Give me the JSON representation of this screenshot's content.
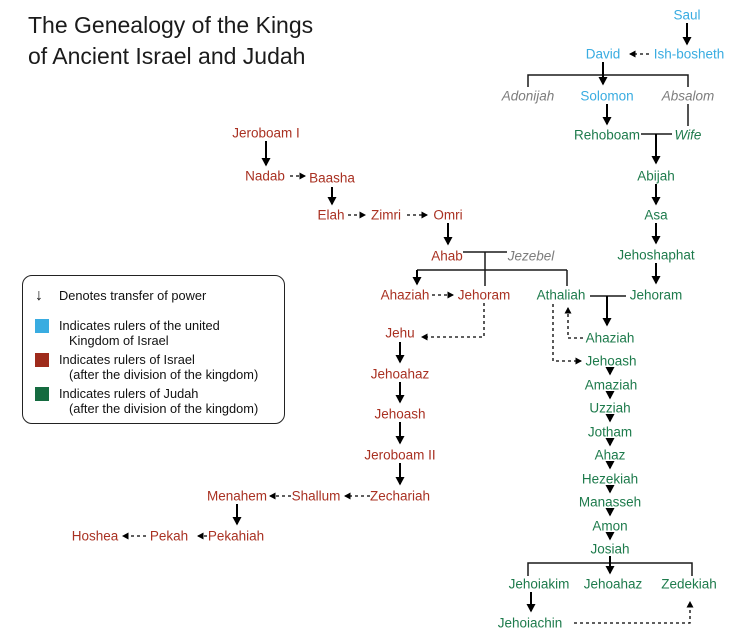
{
  "title": "The Genealogy of the Kings\nof Ancient Israel and Judah",
  "colors": {
    "united": "#39ACE1",
    "israel": "#A93122",
    "israel-swatch": "#9E2B1B",
    "judah": "#1E7B4C",
    "judah-swatch": "#156B40",
    "relative": "#7D7D7D"
  },
  "icons": {
    "transfer_arrow": "↓"
  },
  "legend": {
    "transfer_label": "Denotes transfer of power",
    "united_line1": "Indicates rulers of the united",
    "united_line2": "Kingdom of Israel",
    "israel_line1": "Indicates rulers of Israel",
    "israel_line2": "(after the division of the kingdom)",
    "judah_line1": "Indicates rulers of Judah",
    "judah_line2": "(after the division of the kingdom)"
  },
  "nodes": {
    "saul": "Saul",
    "david": "David",
    "ish_bosheth": "Ish-bosheth",
    "adonijah": "Adonijah",
    "solomon": "Solomon",
    "absalom": "Absalom",
    "rehoboam": "Rehoboam",
    "wife": "Wife",
    "abijah": "Abijah",
    "asa": "Asa",
    "jehoshaphat": "Jehoshaphat",
    "jehoram_judah": "Jehoram",
    "athaliah": "Athaliah",
    "ahaziah_judah": "Ahaziah",
    "jehoash_judah": "Jehoash",
    "amaziah": "Amaziah",
    "uzziah": "Uzziah",
    "jotham": "Jotham",
    "ahaz": "Ahaz",
    "hezekiah": "Hezekiah",
    "manasseh": "Manasseh",
    "amon": "Amon",
    "josiah": "Josiah",
    "jehoiakim": "Jehoiakim",
    "jehoahaz_judah": "Jehoahaz",
    "zedekiah": "Zedekiah",
    "jehoiachin": "Jehoiachin",
    "jeroboam_i": "Jeroboam I",
    "nadab": "Nadab",
    "baasha": "Baasha",
    "elah": "Elah",
    "zimri": "Zimri",
    "omri": "Omri",
    "ahab": "Ahab",
    "jezebel": "Jezebel",
    "ahaziah_israel": "Ahaziah",
    "jehoram_israel": "Jehoram",
    "jehu": "Jehu",
    "jehoahaz_israel": "Jehoahaz",
    "jehoash_israel": "Jehoash",
    "jeroboam_ii": "Jeroboam II",
    "zechariah": "Zechariah",
    "shallum": "Shallum",
    "menahem": "Menahem",
    "pekahiah": "Pekahiah",
    "pekah": "Pekah",
    "hoshea": "Hoshea"
  }
}
